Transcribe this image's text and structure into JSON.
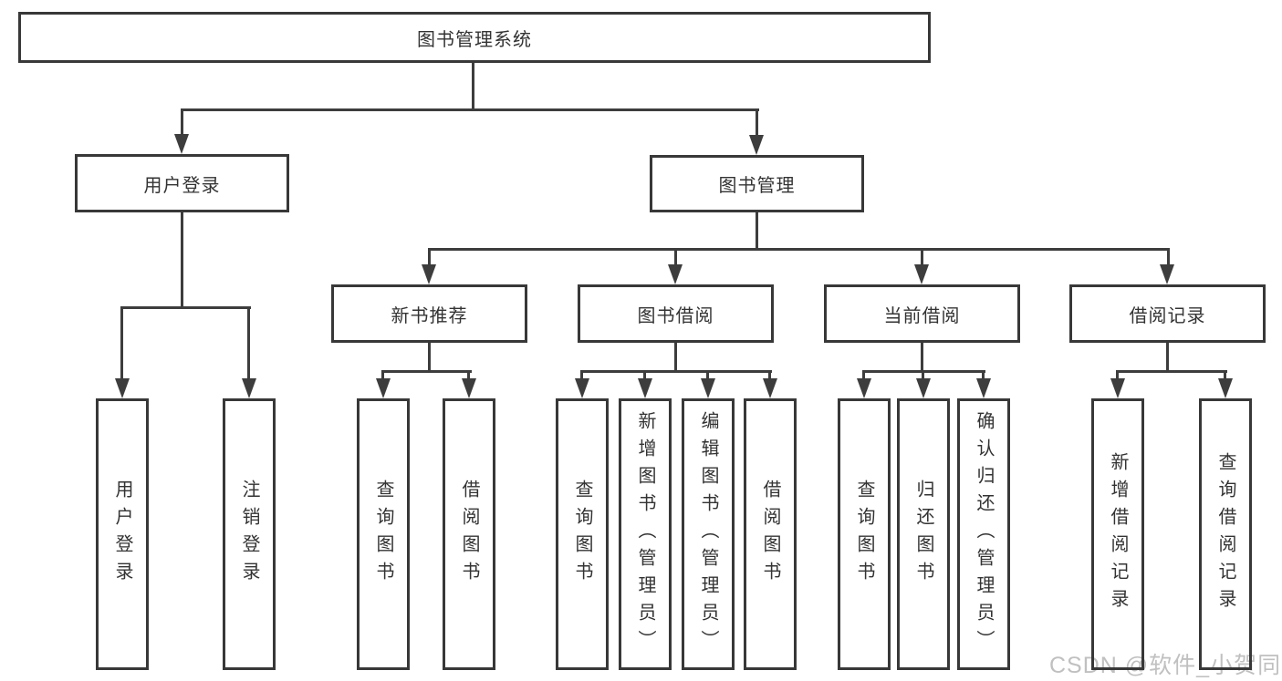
{
  "tree": {
    "root": {
      "label": "图书管理系统"
    },
    "children": [
      {
        "label": "用户登录",
        "children": [
          {
            "label": "用户登录"
          },
          {
            "label": "注销登录"
          }
        ]
      },
      {
        "label": "图书管理",
        "children": [
          {
            "label": "新书推荐",
            "children": [
              {
                "label": "查询图书"
              },
              {
                "label": "借阅图书"
              }
            ]
          },
          {
            "label": "图书借阅",
            "children": [
              {
                "label": "查询图书"
              },
              {
                "label": "新增图书（管理员）"
              },
              {
                "label": "编辑图书（管理员）"
              },
              {
                "label": "借阅图书"
              }
            ]
          },
          {
            "label": "当前借阅",
            "children": [
              {
                "label": "查询图书"
              },
              {
                "label": "归还图书"
              },
              {
                "label": "确认归还（管理员）"
              }
            ]
          },
          {
            "label": "借阅记录",
            "children": [
              {
                "label": "新增借阅记录"
              },
              {
                "label": "查询借阅记录"
              }
            ]
          }
        ]
      }
    ]
  },
  "watermark": {
    "text": "CSDN @软件_小贺同学"
  },
  "colors": {
    "line": "#3d3d3d",
    "box_border": "#383838",
    "text": "#333333",
    "watermark": "#b9b9b9",
    "background": "#ffffff"
  }
}
